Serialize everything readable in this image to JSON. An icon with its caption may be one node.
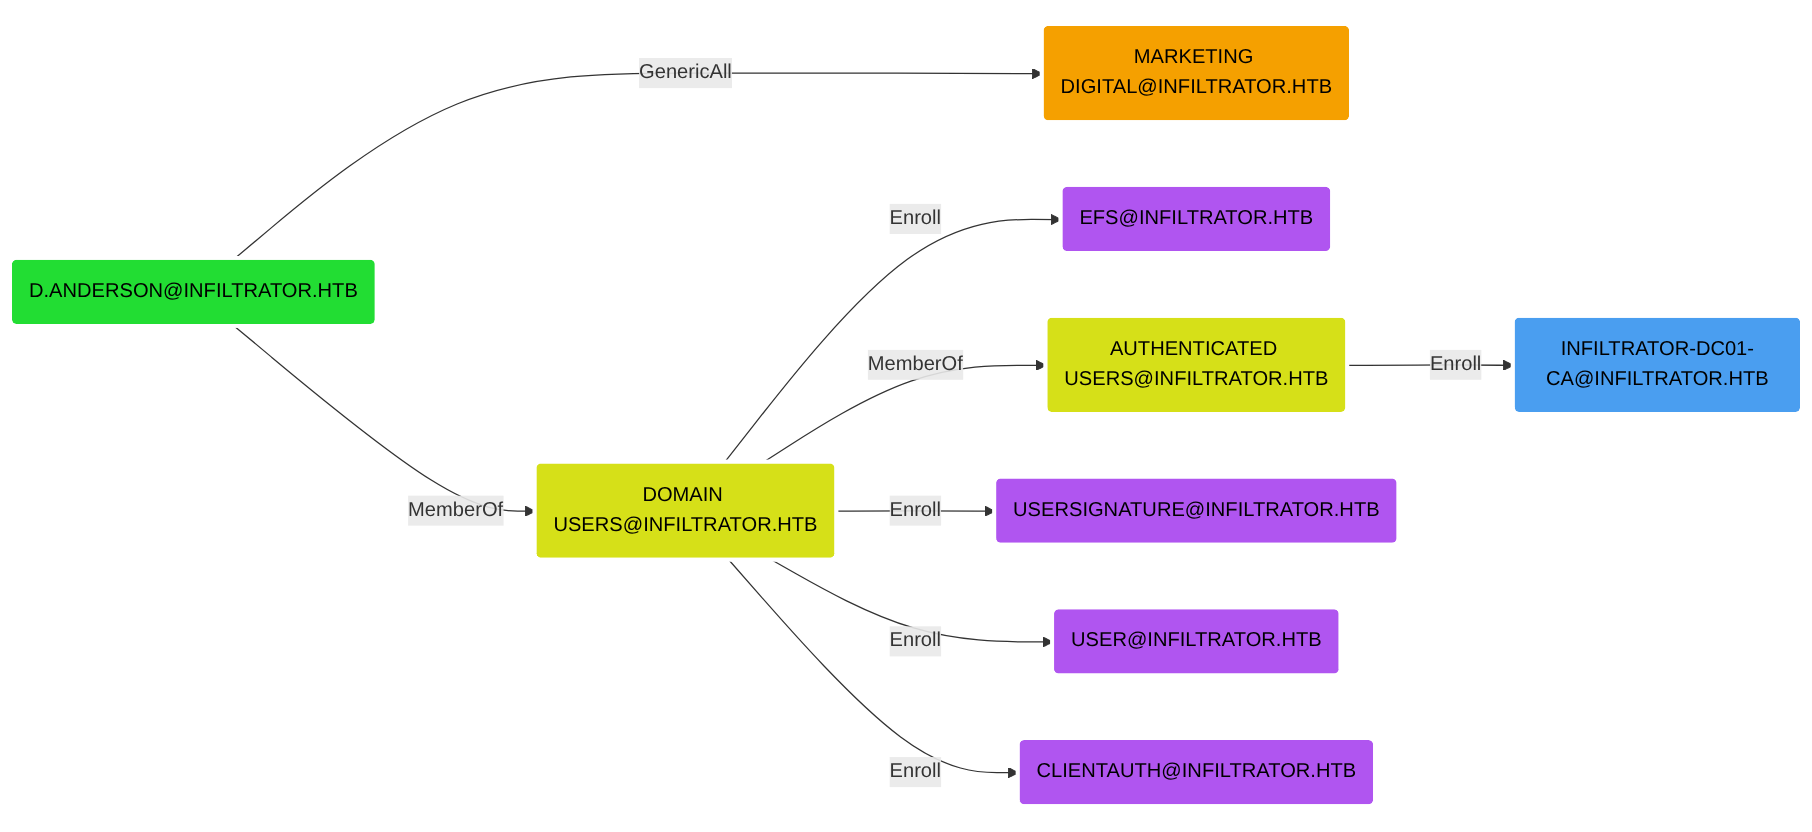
{
  "diagram": {
    "nodes": [
      {
        "text": [
          "MARKETING DIGITAL@INFILTRATOR.HTB"
        ]
      },
      {
        "text": [
          "D.ANDERSON@INFILTRATOR.HTB"
        ]
      },
      {
        "text": [
          "DOMAIN USERS@INFILTRATOR.HTB"
        ]
      },
      {
        "text": [
          "EFS@INFILTRATOR.HTB"
        ]
      },
      {
        "text": [
          "AUTHENTICATED USERS@INFILTRATOR.HTB"
        ]
      },
      {
        "text": [
          "INFILTRATOR-DC01-CA@INFILTRATOR.HTB"
        ]
      },
      {
        "text": [
          "USERSIGNATURE@INFILTRATOR.HTB"
        ]
      },
      {
        "text": [
          "USER@INFILTRATOR.HTB"
        ]
      },
      {
        "text": [
          "CLIENTAUTH@INFILTRATOR.HTB"
        ]
      }
    ],
    "edges": [
      {
        "from": 1,
        "to": 0,
        "arrow": "to",
        "label": "GenericAll"
      },
      {
        "from": 1,
        "to": 2,
        "arrow": "to",
        "label": "MemberOf"
      },
      {
        "from": 2,
        "to": 3,
        "arrow": "to",
        "label": "Enroll"
      },
      {
        "from": 2,
        "to": 4,
        "arrow": "to",
        "label": "MemberOf"
      },
      {
        "from": 4,
        "to": 5,
        "arrow": "to",
        "label": "Enroll"
      },
      {
        "from": 2,
        "to": 6,
        "arrow": "to",
        "label": "Enroll"
      },
      {
        "from": 2,
        "to": 7,
        "arrow": "to",
        "label": "Enroll"
      },
      {
        "from": 2,
        "to": 8,
        "arrow": "to",
        "label": "Enroll"
      }
    ]
  }
}
